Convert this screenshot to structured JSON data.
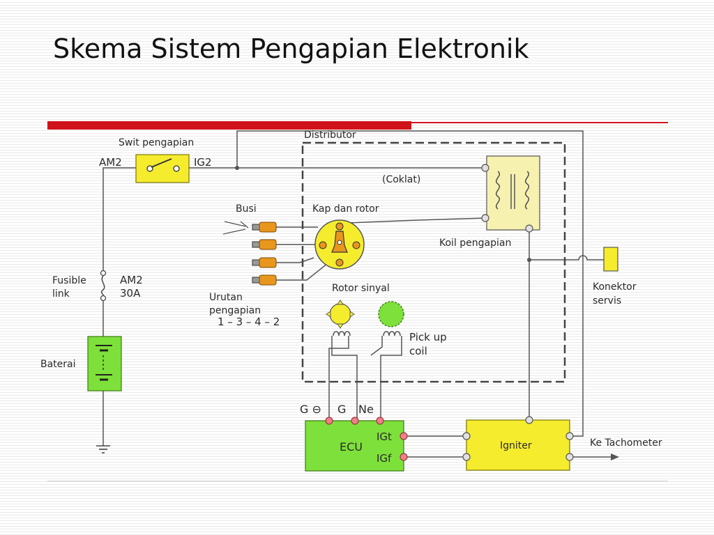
{
  "slide": {
    "title": "Skema Sistem Pengapian Elektronik",
    "accent_color": "#d0131a"
  },
  "diagram": {
    "colors": {
      "yellow": "#f5ec2e",
      "green": "#7ee03a",
      "terminal": "#f07f87",
      "plug": "#e8961e"
    },
    "labels": {
      "ignition_switch": "Swit pengapian",
      "am2_switch": "AM2",
      "ig2": "IG2",
      "distributor": "Distributor",
      "coklat": "(Coklat)",
      "busi": "Busi",
      "kap_rotor": "Kap dan rotor",
      "koil": "Koil pengapian",
      "fusible_1": "Fusible",
      "fusible_2": "link",
      "am2_fuse_1": "AM2",
      "am2_fuse_2": "30A",
      "urutan_1": "Urutan",
      "urutan_2": "pengapian",
      "firing_order": "1 – 3 – 4 – 2",
      "rotor_sinyal": "Rotor sinyal",
      "pickup_1": "Pick up",
      "pickup_2": "coil",
      "konektor_1": "Konektor",
      "konektor_2": "servis",
      "baterai": "Baterai",
      "g_minus": "G ⊖",
      "g": "G",
      "ne": "Ne",
      "ecu": "ECU",
      "igt": "IGt",
      "igf": "IGf",
      "igniter": "Igniter",
      "tachometer": "Ke Tachometer"
    }
  }
}
